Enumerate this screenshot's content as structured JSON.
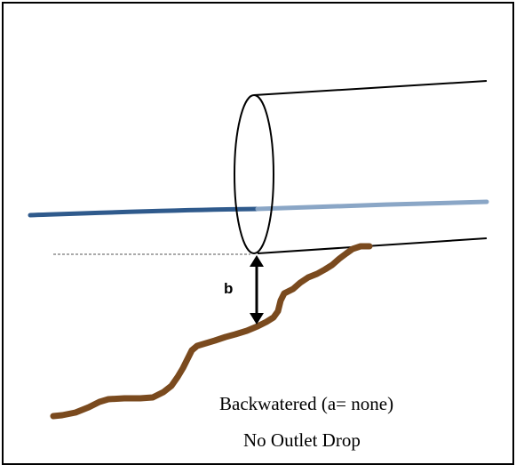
{
  "diagram": {
    "dimension_label": "b",
    "caption_line1": "Backwatered (a= none)",
    "caption_line2": "No Outlet Drop",
    "colors": {
      "water": "#2f5a8c",
      "water_inside_pipe": "#8aa6c6",
      "ground": "#7a4a1e",
      "pipe": "#000000",
      "reference_line": "#555555"
    },
    "elements": [
      "culvert-pipe",
      "water-surface",
      "ground-profile",
      "outlet-invert-reference-line",
      "drop-dimension-arrow"
    ]
  }
}
